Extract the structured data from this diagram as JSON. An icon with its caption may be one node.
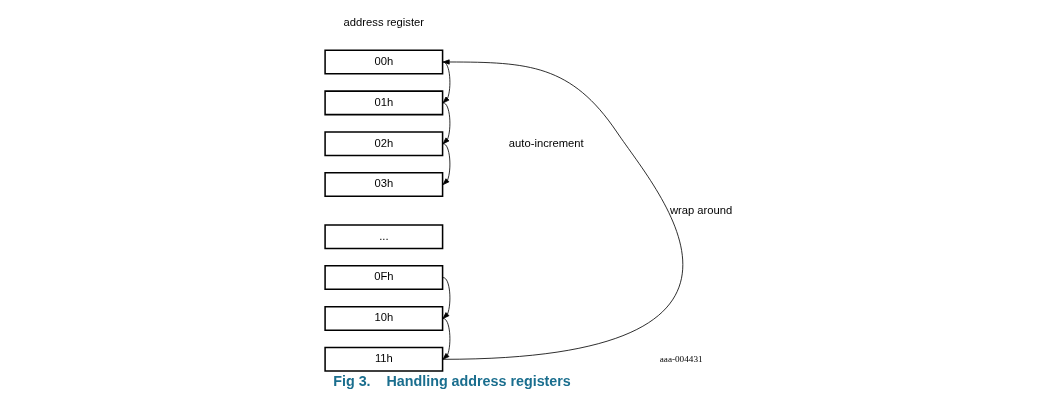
{
  "diagram": {
    "caption": "Fig 3.    Handling address registers",
    "nodes": [
      {
        "text": [
          "00h"
        ]
      },
      {
        "text": [
          "01h"
        ]
      },
      {
        "text": [
          "02h"
        ]
      },
      {
        "text": [
          "03h"
        ]
      },
      {
        "text": [
          "..."
        ]
      },
      {
        "text": [
          "0Fh"
        ]
      },
      {
        "text": [
          "10h"
        ]
      },
      {
        "text": [
          "11h"
        ]
      }
    ],
    "edges": [
      {
        "from": 0,
        "to": 1,
        "arrow": "to"
      },
      {
        "from": 1,
        "to": 2,
        "arrow": "to"
      },
      {
        "from": 2,
        "to": 3,
        "arrow": "to"
      },
      {
        "from": 5,
        "to": 6,
        "arrow": "to"
      },
      {
        "from": 6,
        "to": 7,
        "arrow": "to"
      },
      {
        "from": 7,
        "to": 0,
        "arrow": "to",
        "label": "wrap around"
      }
    ],
    "labels": [
      "address register",
      "auto-increment",
      "aaa-004431"
    ]
  }
}
